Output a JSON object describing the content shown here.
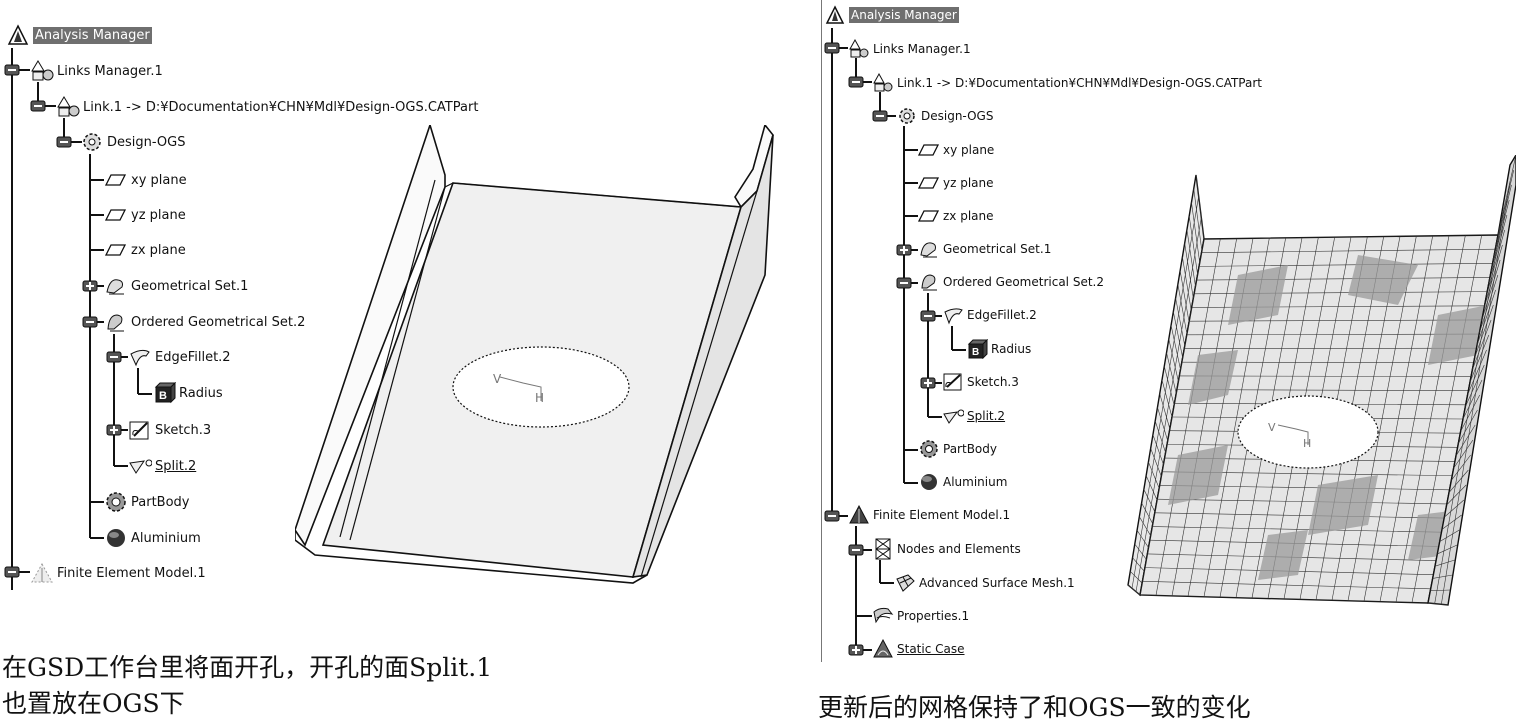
{
  "left": {
    "tree": [
      {
        "label": "Analysis Manager",
        "icon": "analysis-manager-icon"
      },
      {
        "label": "Links Manager.1",
        "icon": "links-manager-icon"
      },
      {
        "label": "Link.1 -> D:¥Documentation¥CHN¥Mdl¥Design-OGS.CATPart",
        "icon": "link-icon"
      },
      {
        "label": "Design-OGS",
        "icon": "part-gear-icon"
      },
      {
        "label": "xy plane",
        "icon": "plane-icon"
      },
      {
        "label": "yz plane",
        "icon": "plane-icon"
      },
      {
        "label": "zx plane",
        "icon": "plane-icon"
      },
      {
        "label": "Geometrical Set.1",
        "icon": "geometrical-set-icon"
      },
      {
        "label": "Ordered Geometrical Set.2",
        "icon": "ordered-geometrical-set-icon"
      },
      {
        "label": "EdgeFillet.2",
        "icon": "edge-fillet-icon"
      },
      {
        "label": "Radius",
        "icon": "parameter-icon"
      },
      {
        "label": "Sketch.3",
        "icon": "sketch-icon"
      },
      {
        "label": "Split.2",
        "icon": "split-icon"
      },
      {
        "label": "PartBody",
        "icon": "partbody-icon"
      },
      {
        "label": "Aluminium",
        "icon": "material-icon"
      },
      {
        "label": "Finite Element Model.1",
        "icon": "finite-element-model-icon"
      }
    ],
    "caption_line1": "在GSD工作台里将面开孔，开孔的面Split.1",
    "caption_line2": "也置放在OGS下"
  },
  "right": {
    "tree": [
      {
        "label": "Analysis Manager",
        "icon": "analysis-manager-icon"
      },
      {
        "label": "Links Manager.1",
        "icon": "links-manager-icon"
      },
      {
        "label": "Link.1 -> D:¥Documentation¥CHN¥Mdl¥Design-OGS.CATPart",
        "icon": "link-icon"
      },
      {
        "label": "Design-OGS",
        "icon": "part-gear-icon"
      },
      {
        "label": "xy plane",
        "icon": "plane-icon"
      },
      {
        "label": "yz plane",
        "icon": "plane-icon"
      },
      {
        "label": "zx plane",
        "icon": "plane-icon"
      },
      {
        "label": "Geometrical Set.1",
        "icon": "geometrical-set-icon"
      },
      {
        "label": "Ordered Geometrical Set.2",
        "icon": "ordered-geometrical-set-icon"
      },
      {
        "label": "EdgeFillet.2",
        "icon": "edge-fillet-icon"
      },
      {
        "label": "Radius",
        "icon": "parameter-icon"
      },
      {
        "label": "Sketch.3",
        "icon": "sketch-icon"
      },
      {
        "label": "Split.2",
        "icon": "split-icon"
      },
      {
        "label": "PartBody",
        "icon": "partbody-icon"
      },
      {
        "label": "Aluminium",
        "icon": "material-icon"
      },
      {
        "label": "Finite Element Model.1",
        "icon": "finite-element-model-icon"
      },
      {
        "label": "Nodes and Elements",
        "icon": "nodes-elements-icon"
      },
      {
        "label": "Advanced Surface Mesh.1",
        "icon": "surface-mesh-icon"
      },
      {
        "label": "Properties.1",
        "icon": "properties-icon"
      },
      {
        "label": "Static Case",
        "icon": "static-case-icon"
      }
    ],
    "caption": "更新后的网格保持了和OGS一致的变化"
  },
  "sketch_axis_labels": {
    "v": "V",
    "h": "H"
  }
}
